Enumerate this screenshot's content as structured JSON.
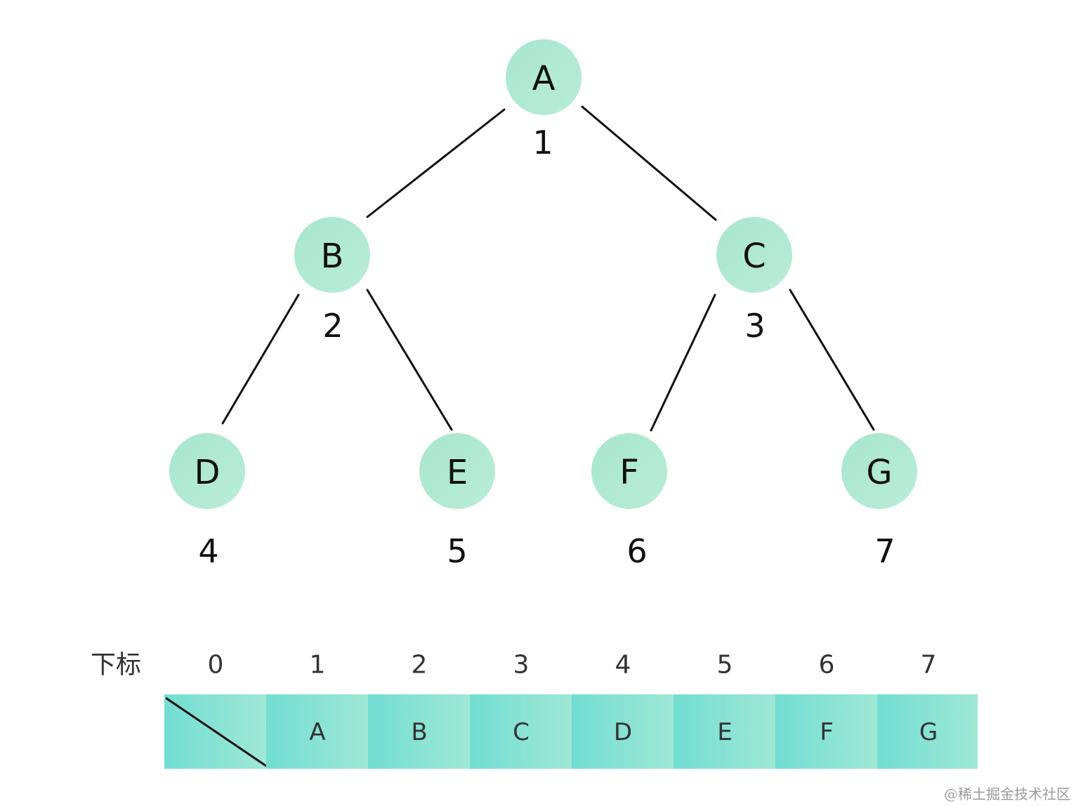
{
  "tree": {
    "nodes": [
      {
        "id": "A",
        "label": "A",
        "index": "1"
      },
      {
        "id": "B",
        "label": "B",
        "index": "2"
      },
      {
        "id": "C",
        "label": "C",
        "index": "3"
      },
      {
        "id": "D",
        "label": "D",
        "index": "4"
      },
      {
        "id": "E",
        "label": "E",
        "index": "5"
      },
      {
        "id": "F",
        "label": "F",
        "index": "6"
      },
      {
        "id": "G",
        "label": "G",
        "index": "7"
      }
    ],
    "edges": [
      {
        "from": "A",
        "to": "B"
      },
      {
        "from": "A",
        "to": "C"
      },
      {
        "from": "B",
        "to": "D"
      },
      {
        "from": "B",
        "to": "E"
      },
      {
        "from": "C",
        "to": "F"
      },
      {
        "from": "C",
        "to": "G"
      }
    ]
  },
  "array": {
    "header_label": "下标",
    "indices": [
      "0",
      "1",
      "2",
      "3",
      "4",
      "5",
      "6",
      "7"
    ],
    "cells": [
      "",
      "A",
      "B",
      "C",
      "D",
      "E",
      "F",
      "G"
    ],
    "empty_cell_index": 0
  },
  "colors": {
    "node_fill_start": "#a8e6cf",
    "node_fill_end": "#b9ecd8",
    "cell_fill_start": "#72ddd3",
    "cell_fill_end": "#9fe8d5"
  },
  "watermark": "@稀土掘金技术社区"
}
